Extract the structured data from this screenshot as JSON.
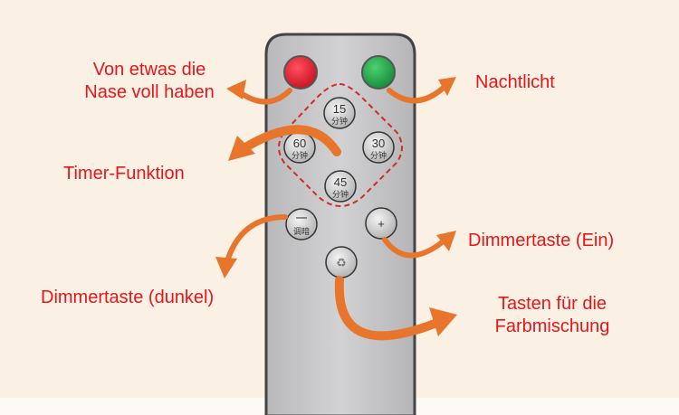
{
  "labels": {
    "nose_full": [
      "Von etwas die",
      "Nase voll haben"
    ],
    "night_light": "Nachtlicht",
    "timer": "Timer-Funktion",
    "dimmer_on": "Dimmertaste (Ein)",
    "dimmer_dark": "Dimmertaste (dunkel)",
    "color_mix": [
      "Tasten für die",
      "Farbmischung"
    ]
  },
  "remote": {
    "timer_buttons": [
      {
        "value": "15",
        "unit": "分钟"
      },
      {
        "value": "60",
        "unit": "分钟"
      },
      {
        "value": "30",
        "unit": "分钟"
      },
      {
        "value": "45",
        "unit": "分钟"
      }
    ],
    "minus_button": {
      "symbol": "一",
      "sub": "调暗"
    },
    "plus_button": {
      "symbol": "+"
    }
  },
  "colors": {
    "label": "#e5161c",
    "arrow": "#e8752c",
    "red_button": "#e41e2a",
    "green_button": "#1fa34a",
    "remote": "#c9c9cb"
  }
}
